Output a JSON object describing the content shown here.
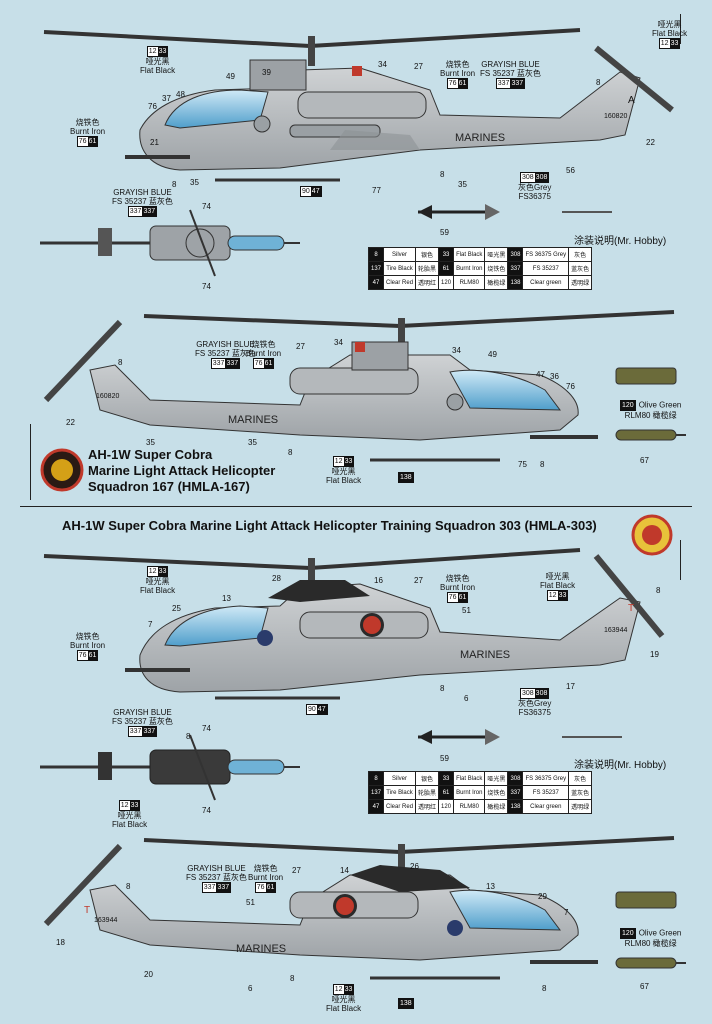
{
  "heading_303": "AH-1W Super Cobra Marine Light Attack Helicopter Training Squadron 303 (HMLA-303)",
  "squadron_167": {
    "line1": "AH-1W Super Cobra",
    "line2": "Marine Light Attack Helicopter",
    "line3": "Squadron 167 (HMLA-167)"
  },
  "marking_text": "MARINES",
  "legend_title": "涂装说明",
  "legend_brand": "(Mr. Hobby)",
  "legend": [
    [
      {
        "code": "8",
        "en": "Silver",
        "cn": "银色"
      },
      {
        "code": "33",
        "en": "Flat Black",
        "cn": "哑光黑"
      },
      {
        "code": "308",
        "en": "FS 36375 Grey",
        "cn": "灰色"
      }
    ],
    [
      {
        "code": "137",
        "en": "Tire Black",
        "cn": "轮胎黑"
      },
      {
        "code": "61",
        "en": "Burnt Iron",
        "cn": "烧铁色"
      },
      {
        "code": "337",
        "en": "FS 35237",
        "cn": "蓝灰色"
      }
    ],
    [
      {
        "code": "47",
        "en": "Clear Red",
        "cn": "透明红"
      },
      {
        "code": "120",
        "en": "RLM80",
        "cn": "橄榄绿"
      },
      {
        "code": "138",
        "en": "Clear green",
        "cn": "透明绿"
      }
    ]
  ],
  "labels": {
    "flat_black_cn": "哑光黑",
    "flat_black_en": "Flat Black",
    "burnt_iron_cn": "烧铁色",
    "burnt_iron_en": "Burnt Iron",
    "grayish_blue_en": "GRAYISH BLUE",
    "grayish_blue_fs": "FS 35237 蓝灰色",
    "grey_cn": "灰色Grey",
    "grey_fs": "FS36375",
    "olive_en": "Olive Green",
    "olive_rlm": "RLM80 橄榄绿"
  },
  "codes": {
    "c1233": [
      "12",
      "33"
    ],
    "c7661": [
      "76",
      "61"
    ],
    "c337": [
      "337",
      "337"
    ],
    "c308": [
      "308",
      "308"
    ],
    "c9047": [
      "90",
      "47"
    ],
    "c120": [
      "120"
    ],
    "c138": [
      "138"
    ]
  },
  "callouts_a": [
    "48",
    "49",
    "39",
    "34",
    "27",
    "37",
    "76",
    "21",
    "8",
    "35",
    "77",
    "8",
    "35",
    "56",
    "8",
    "22",
    "59",
    "74",
    "74"
  ],
  "callouts_b": [
    "34",
    "27",
    "34",
    "49",
    "47",
    "36",
    "76",
    "8",
    "22",
    "35",
    "35",
    "8",
    "75",
    "8",
    "67"
  ],
  "callouts_c": [
    "28",
    "16",
    "27",
    "13",
    "25",
    "7",
    "51",
    "8",
    "6",
    "17",
    "19",
    "8",
    "74",
    "8",
    "74",
    "59"
  ],
  "callouts_d": [
    "14",
    "27",
    "26",
    "13",
    "29",
    "7",
    "8",
    "18",
    "20",
    "51",
    "6",
    "8",
    "8",
    "67"
  ],
  "tail_codes": {
    "a": "A",
    "a_serial": "160820",
    "b_serial": "160820",
    "c": "T",
    "c_serial": "163944",
    "d": "T",
    "d_serial": "163944"
  },
  "colors": {
    "fuselage": "#b8bcbf",
    "fuselage_dark": "#8d9296",
    "canopy": "#6fb2d6",
    "black": "#1c1c1c",
    "olive": "#6b6b3a",
    "background": "#c7dfe8"
  }
}
